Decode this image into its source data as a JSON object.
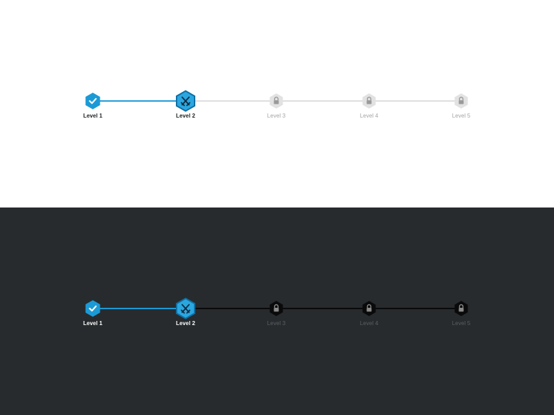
{
  "stepper_light": {
    "theme": "light",
    "steps": [
      {
        "label": "Level 1",
        "state": "completed",
        "icon": "check-icon"
      },
      {
        "label": "Level 2",
        "state": "current",
        "icon": "crossed-swords-icon"
      },
      {
        "label": "Level 3",
        "state": "locked",
        "icon": "lock-icon"
      },
      {
        "label": "Level 4",
        "state": "locked",
        "icon": "lock-icon"
      },
      {
        "label": "Level 5",
        "state": "locked",
        "icon": "lock-icon"
      }
    ]
  },
  "stepper_dark": {
    "theme": "dark",
    "steps": [
      {
        "label": "Level 1",
        "state": "completed",
        "icon": "check-icon"
      },
      {
        "label": "Level 2",
        "state": "current",
        "icon": "crossed-swords-icon"
      },
      {
        "label": "Level 3",
        "state": "locked",
        "icon": "lock-icon"
      },
      {
        "label": "Level 4",
        "state": "locked",
        "icon": "lock-icon"
      },
      {
        "label": "Level 5",
        "state": "locked",
        "icon": "lock-icon"
      }
    ]
  },
  "colors": {
    "accent": "#1c9ad6",
    "accent_current": "#2ba7e0",
    "accent_border": "#0f6fa3",
    "light_background": "#ffffff",
    "dark_background": "#272b2e",
    "locked_light": "#e2e2e2",
    "locked_light_icon": "#9a9a9a",
    "locked_dark": "#0a0a0a",
    "locked_dark_icon": "#8a8a8a"
  }
}
